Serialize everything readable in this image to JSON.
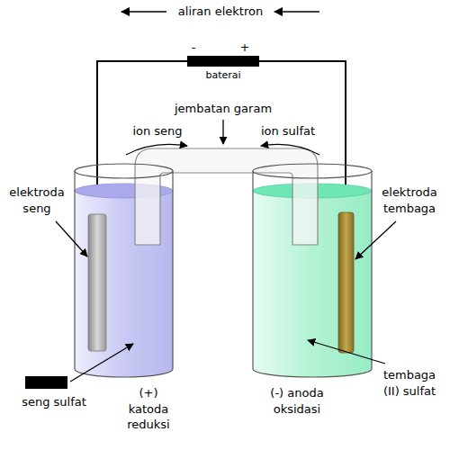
{
  "diagram": {
    "labels": [
      "aliran elektron",
      "-",
      "+",
      "baterai",
      "jembatan garam",
      "ion seng",
      "ion sulfat",
      "elektroda seng",
      "elektroda tembaga",
      "seng sulfat",
      "(+) katoda reduksi",
      "(-) anoda oksidasi",
      "tembaga (II) sulfat"
    ]
  }
}
